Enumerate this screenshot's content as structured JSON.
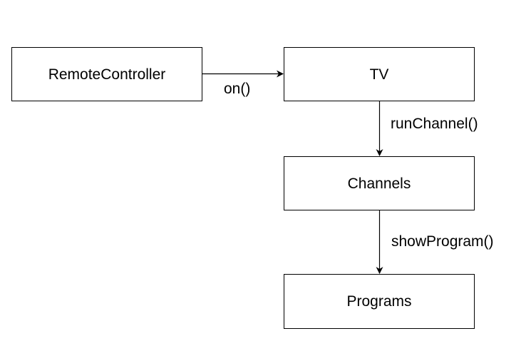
{
  "nodes": {
    "remote_controller": "RemoteController",
    "tv": "TV",
    "channels": "Channels",
    "programs": "Programs"
  },
  "edges": {
    "remote_to_tv": "on()",
    "tv_to_channels": "runChannel()",
    "channels_to_programs": "showProgram()"
  },
  "colors": {
    "stroke": "#000000",
    "fill": "#ffffff",
    "text": "#000000"
  }
}
